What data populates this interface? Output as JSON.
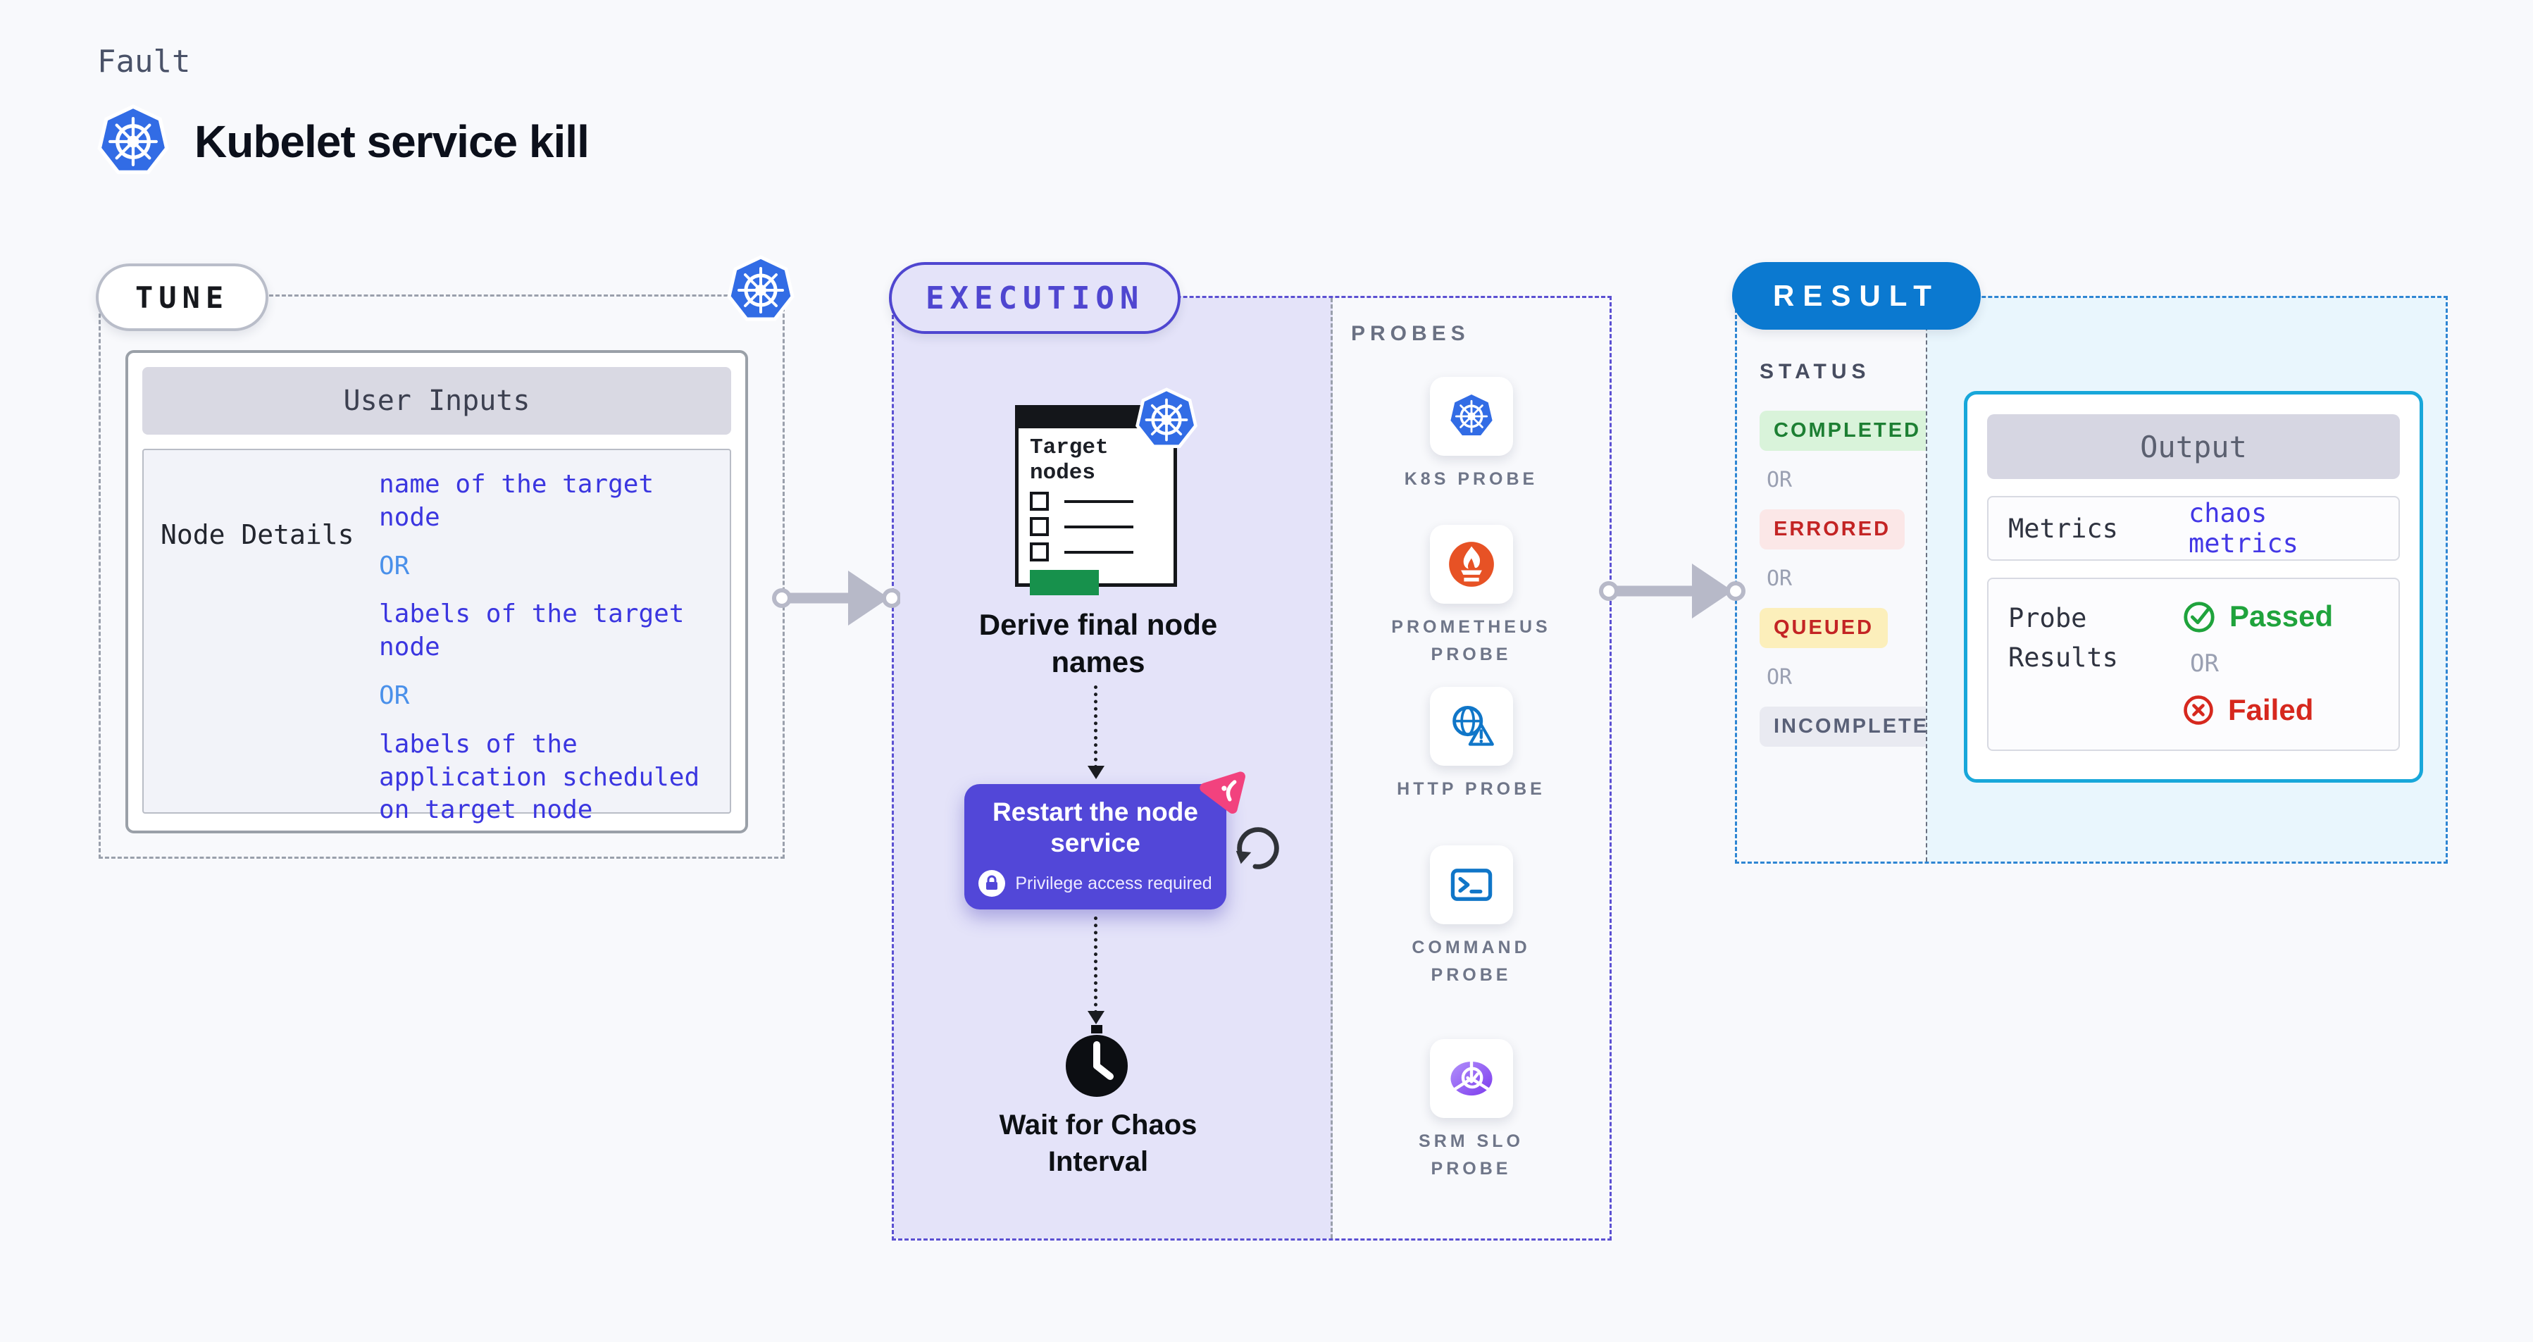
{
  "header": {
    "category": "Fault",
    "title": "Kubelet service kill"
  },
  "tune": {
    "badge": "TUNE",
    "card_title": "User Inputs",
    "row_label": "Node Details",
    "values": [
      "name of the target node",
      "OR",
      "labels of the target node",
      "OR",
      "labels of the application scheduled on target node"
    ]
  },
  "execution": {
    "badge": "EXECUTION",
    "window_title": "Target nodes",
    "step_derive": "Derive final node names",
    "action_title": "Restart the node service",
    "action_note": "Privilege access required",
    "step_wait": "Wait for Chaos Interval"
  },
  "probes": {
    "title": "PROBES",
    "items": [
      {
        "label": "K8S PROBE",
        "icon": "kubernetes-icon"
      },
      {
        "label": "PROMETHEUS PROBE",
        "icon": "prometheus-icon"
      },
      {
        "label": "HTTP PROBE",
        "icon": "globe-warning-icon"
      },
      {
        "label": "COMMAND PROBE",
        "icon": "terminal-icon"
      },
      {
        "label": "SRM SLO PROBE",
        "icon": "slo-gauge-icon"
      }
    ]
  },
  "result": {
    "badge": "RESULT",
    "status_title": "STATUS",
    "statuses": [
      {
        "text": "COMPLETED",
        "kind": "completed"
      },
      {
        "text": "OR",
        "kind": "or"
      },
      {
        "text": "ERRORED",
        "kind": "errored"
      },
      {
        "text": "OR",
        "kind": "or"
      },
      {
        "text": "QUEUED",
        "kind": "queued"
      },
      {
        "text": "OR",
        "kind": "or"
      },
      {
        "text": "INCOMPLETED",
        "kind": "incompleted"
      }
    ],
    "output": {
      "title": "Output",
      "metrics_label": "Metrics",
      "metrics_value": "chaos metrics",
      "probe_results_label": "Probe Results",
      "passed": "Passed",
      "or": "OR",
      "failed": "Failed"
    }
  },
  "colors": {
    "k8s_blue": "#326ce5",
    "execution_indigo": "#4f46d0",
    "action_purple": "#5247d8",
    "result_blue": "#0b79d0",
    "output_border": "#18a7da",
    "passed_green": "#1fa33c",
    "failed_red": "#d6281e",
    "value_blue": "#3b36e0",
    "or_blue": "#4a90ea",
    "prometheus_orange": "#e75225",
    "probe_icon_blue": "#1076c8",
    "srm_purple": "#7c4dff",
    "chaos_pink": "#f2427e",
    "green_bar": "#17914c"
  }
}
